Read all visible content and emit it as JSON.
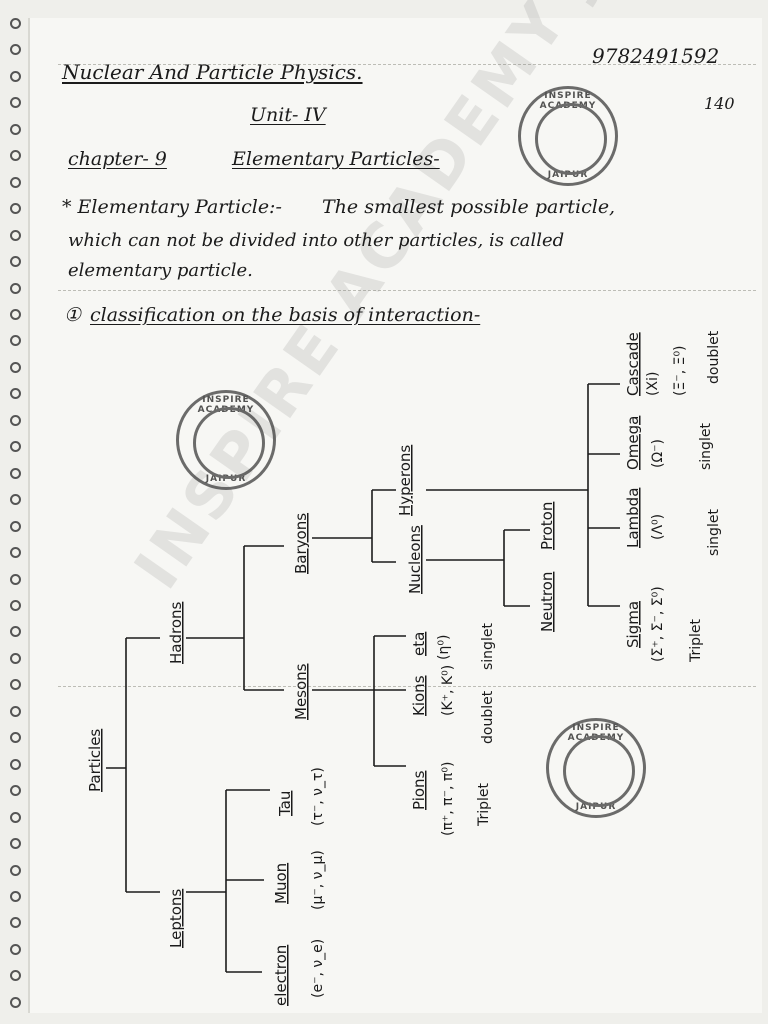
{
  "header": {
    "subject": "Nuclear And Particle Physics.",
    "phone": "9782491592",
    "page_number": "140",
    "unit": "Unit- IV",
    "chapter_label": "chapter- 9",
    "chapter_title": "Elementary Particles-"
  },
  "definition": {
    "term": "* Elementary Particle:-",
    "line1": "The smallest possible particle,",
    "line2": "which can not be divided into other particles, is called",
    "line3": "elementary particle."
  },
  "section": {
    "number": "①",
    "heading": "classification on the basis of interaction-"
  },
  "stamp": {
    "top_text": "INSPIRE ACADEMY",
    "bottom_text": "JAIPUR"
  },
  "watermark": "INSPIRE ACADEMY JAIPUR",
  "tree": {
    "root": "Particles",
    "hadrons": "Hadrons",
    "leptons": "Leptons",
    "baryons": "Baryons",
    "mesons": "Mesons",
    "hyperons": "Hyperons",
    "nucleons": "Nucleons",
    "proton": "Proton",
    "neutron": "Neutron",
    "cascade": "Cascade",
    "cascade_symbol": "(Ξ⁻, Ξ⁰)",
    "cascade_sub": "(Xi)",
    "cascade_note": "doublet",
    "omega": "Omega",
    "omega_symbol": "(Ω⁻)",
    "omega_note": "singlet",
    "lambda": "Lambda",
    "lambda_symbol": "(Λ⁰)",
    "lambda_note": "singlet",
    "sigma": "Sigma",
    "sigma_symbol": "(Σ⁺, Σ⁻, Σ⁰)",
    "sigma_note": "Triplet",
    "eta": "eta",
    "eta_symbol": "(η⁰)",
    "eta_note": "singlet",
    "kions": "Kions",
    "kions_symbol": "(K⁺, K⁰)",
    "kions_note": "doublet",
    "pions": "Pions",
    "pions_symbol": "(π⁺, π⁻, π⁰)",
    "pions_note": "Triplet",
    "tau": "Tau",
    "tau_symbol": "(τ⁻, ν_τ)",
    "muon": "Muon",
    "muon_symbol": "(μ⁻, ν_μ)",
    "electron": "electron",
    "electron_symbol": "(e⁻, ν_e)"
  }
}
